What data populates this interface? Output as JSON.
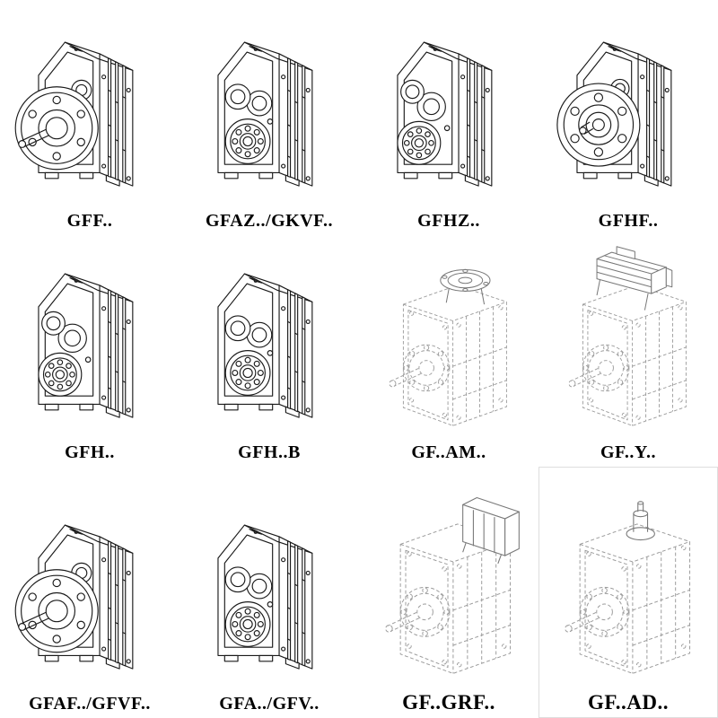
{
  "page": {
    "background": "#ffffff"
  },
  "colors": {
    "line_solid": "#1b1b1b",
    "line_dashed": "#9b9b9b",
    "line_attachment": "#787878",
    "label_color": "#000000"
  },
  "cells": [
    {
      "label": "GFF..",
      "drawing": "flange-shaft",
      "line_style": "solid"
    },
    {
      "label": "GFAZ../GKVF..",
      "drawing": "hollow-top",
      "line_style": "solid"
    },
    {
      "label": "GFHZ..",
      "drawing": "hollow-stack",
      "line_style": "solid"
    },
    {
      "label": "GFHF..",
      "drawing": "flange-face",
      "line_style": "solid"
    },
    {
      "label": "GFH..",
      "drawing": "hollow-stack",
      "line_style": "solid"
    },
    {
      "label": "GFH..B",
      "drawing": "hollow-top",
      "line_style": "solid"
    },
    {
      "label": "GF..AM..",
      "drawing": "dash-am",
      "line_style": "dashed"
    },
    {
      "label": "GF..Y..",
      "drawing": "dash-motor",
      "line_style": "dashed"
    },
    {
      "label": "GFAF../GFVF..",
      "drawing": "flange-shaft",
      "line_style": "solid"
    },
    {
      "label": "GFA../GFV..",
      "drawing": "hollow-top",
      "line_style": "solid"
    },
    {
      "label": "GF..GRF..",
      "drawing": "dash-grf",
      "line_style": "dashed",
      "label_size": "large"
    },
    {
      "label": "GF..AD..",
      "drawing": "dash-ad",
      "line_style": "dashed",
      "label_size": "large",
      "bordered": true
    }
  ]
}
